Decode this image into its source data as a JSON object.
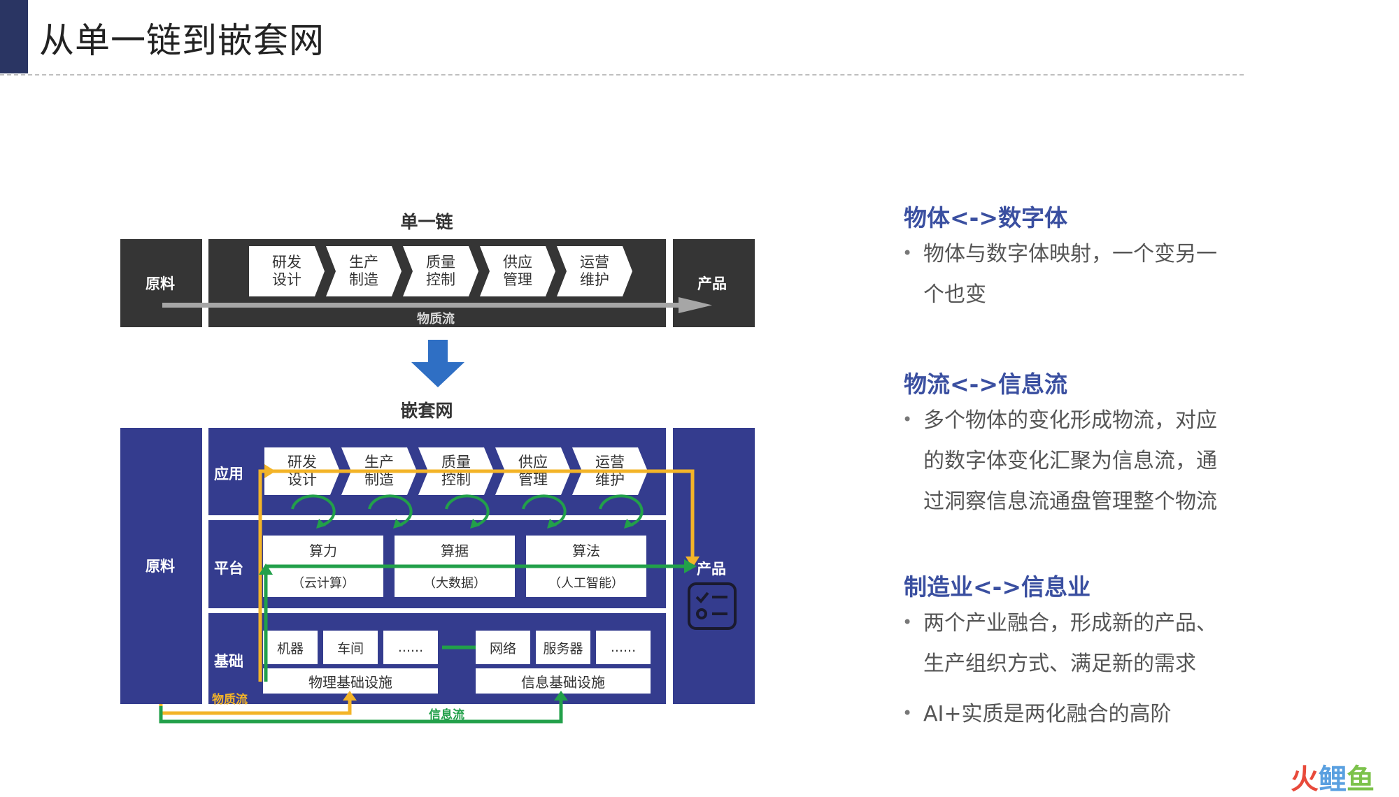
{
  "page": {
    "title": "从单一链到嵌套网"
  },
  "top_diagram": {
    "title": "单一链",
    "left_label": "原料",
    "right_label": "产品",
    "flow_label": "物质流",
    "steps": [
      {
        "line1": "研发",
        "line2": "设计"
      },
      {
        "line1": "生产",
        "line2": "制造"
      },
      {
        "line1": "质量",
        "line2": "控制"
      },
      {
        "line1": "供应",
        "line2": "管理"
      },
      {
        "line1": "运营",
        "line2": "维护"
      }
    ]
  },
  "bottom_diagram": {
    "title": "嵌套网",
    "left_label": "原料",
    "right_label": "产品",
    "layers": {
      "app": "应用",
      "platform": "平台",
      "base": "基础"
    },
    "steps": [
      {
        "line1": "研发",
        "line2": "设计"
      },
      {
        "line1": "生产",
        "line2": "制造"
      },
      {
        "line1": "质量",
        "line2": "控制"
      },
      {
        "line1": "供应",
        "line2": "管理"
      },
      {
        "line1": "运营",
        "line2": "维护"
      }
    ],
    "platform_boxes": [
      {
        "top": "算力",
        "bottom": "（云计算）"
      },
      {
        "top": "算据",
        "bottom": "（大数据）"
      },
      {
        "top": "算法",
        "bottom": "（人工智能）"
      }
    ],
    "physical_items": [
      "机器",
      "车间",
      "......"
    ],
    "physical_infra": "物理基础设施",
    "info_items": [
      "网络",
      "服务器",
      "......"
    ],
    "info_infra": "信息基础设施",
    "material_flow": "物质流",
    "info_flow": "信息流",
    "colors": {
      "material": "#f3b428",
      "info": "#22a04a",
      "navy": "#343c8e",
      "dark": "#353535",
      "arrow": "#2f6fc4"
    }
  },
  "right_panel": {
    "sections": [
      {
        "heading": "物体<->数字体",
        "bullets": [
          {
            "lines": [
              "物体与数字体映射，一个变另一",
              "个也变"
            ]
          }
        ]
      },
      {
        "heading": "物流<->信息流",
        "bullets": [
          {
            "lines": [
              "多个物体的变化形成物流，对应",
              "的数字体变化汇聚为信息流，通",
              "过洞察信息流通盘管理整个物流"
            ]
          }
        ]
      },
      {
        "heading": "制造业<->信息业",
        "bullets": [
          {
            "lines": [
              "两个产业融合，形成新的产品、",
              "生产组织方式、满足新的需求"
            ]
          },
          {
            "lines": [
              "AI+实质是两化融合的高阶"
            ]
          }
        ]
      }
    ]
  },
  "watermark": {
    "part1": "火",
    "part2": "鲤",
    "part3": "鱼"
  }
}
